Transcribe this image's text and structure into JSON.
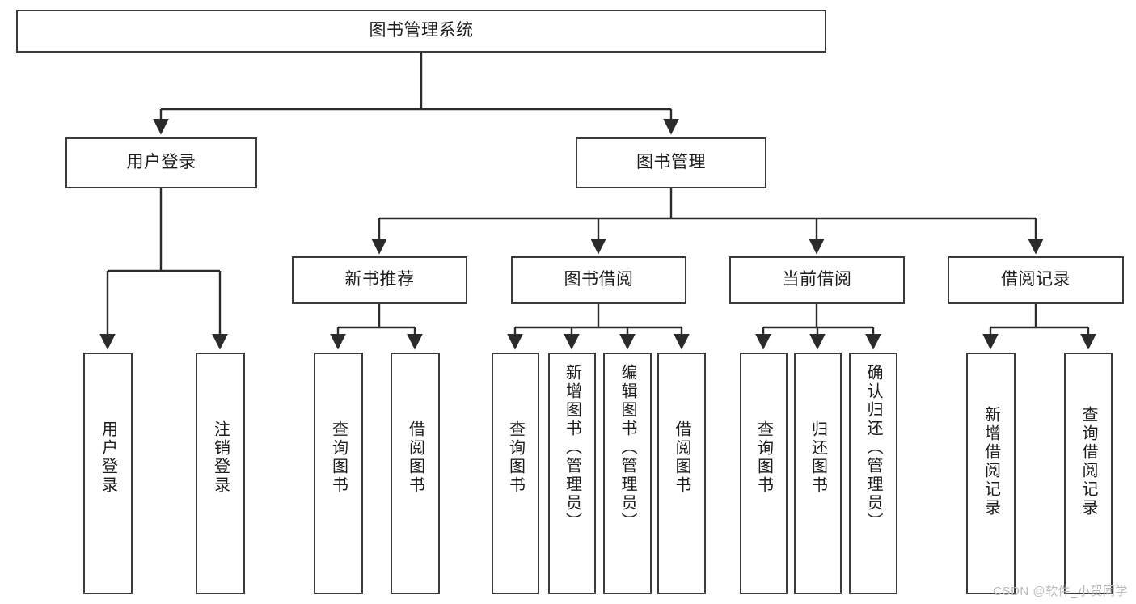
{
  "diagram": {
    "title": "图书管理系统",
    "type": "hierarchy-tree",
    "watermark": "CSDN @软件_小贺同学",
    "colors": {
      "box_border": "#3b3b3b",
      "box_fill": "#ffffff",
      "edge": "#2b2b2b",
      "text": "#1c1c1c",
      "watermark": "#b9b9b9",
      "background": "#ffffff"
    },
    "nodes": {
      "root": {
        "label": "图书管理系统"
      },
      "level2": [
        {
          "id": "user-login",
          "label": "用户登录"
        },
        {
          "id": "book-admin",
          "label": "图书管理"
        }
      ],
      "level3": [
        {
          "id": "new-book-rec",
          "label": "新书推荐"
        },
        {
          "id": "book-borrow",
          "label": "图书借阅"
        },
        {
          "id": "current-borrow",
          "label": "当前借阅"
        },
        {
          "id": "borrow-record",
          "label": "借阅记录"
        }
      ],
      "leaves": {
        "user-login": [
          {
            "id": "leaf-user-login",
            "label": "用户登录"
          },
          {
            "id": "leaf-logout",
            "label": "注销登录"
          }
        ],
        "new-book-rec": [
          {
            "id": "leaf-query-book-1",
            "label": "查询图书"
          },
          {
            "id": "leaf-borrow-book-1",
            "label": "借阅图书"
          }
        ],
        "book-borrow": [
          {
            "id": "leaf-query-book-2",
            "label": "查询图书"
          },
          {
            "id": "leaf-add-book",
            "label": "新增图书（管理员）"
          },
          {
            "id": "leaf-edit-book",
            "label": "编辑图书（管理员）"
          },
          {
            "id": "leaf-borrow-book-2",
            "label": "借阅图书"
          }
        ],
        "current-borrow": [
          {
            "id": "leaf-query-book-3",
            "label": "查询图书"
          },
          {
            "id": "leaf-return-book",
            "label": "归还图书"
          },
          {
            "id": "leaf-confirm-return",
            "label": "确认归还（管理员）"
          }
        ],
        "borrow-record": [
          {
            "id": "leaf-add-record",
            "label": "新增借阅记录"
          },
          {
            "id": "leaf-query-record",
            "label": "查询借阅记录"
          }
        ]
      }
    }
  }
}
